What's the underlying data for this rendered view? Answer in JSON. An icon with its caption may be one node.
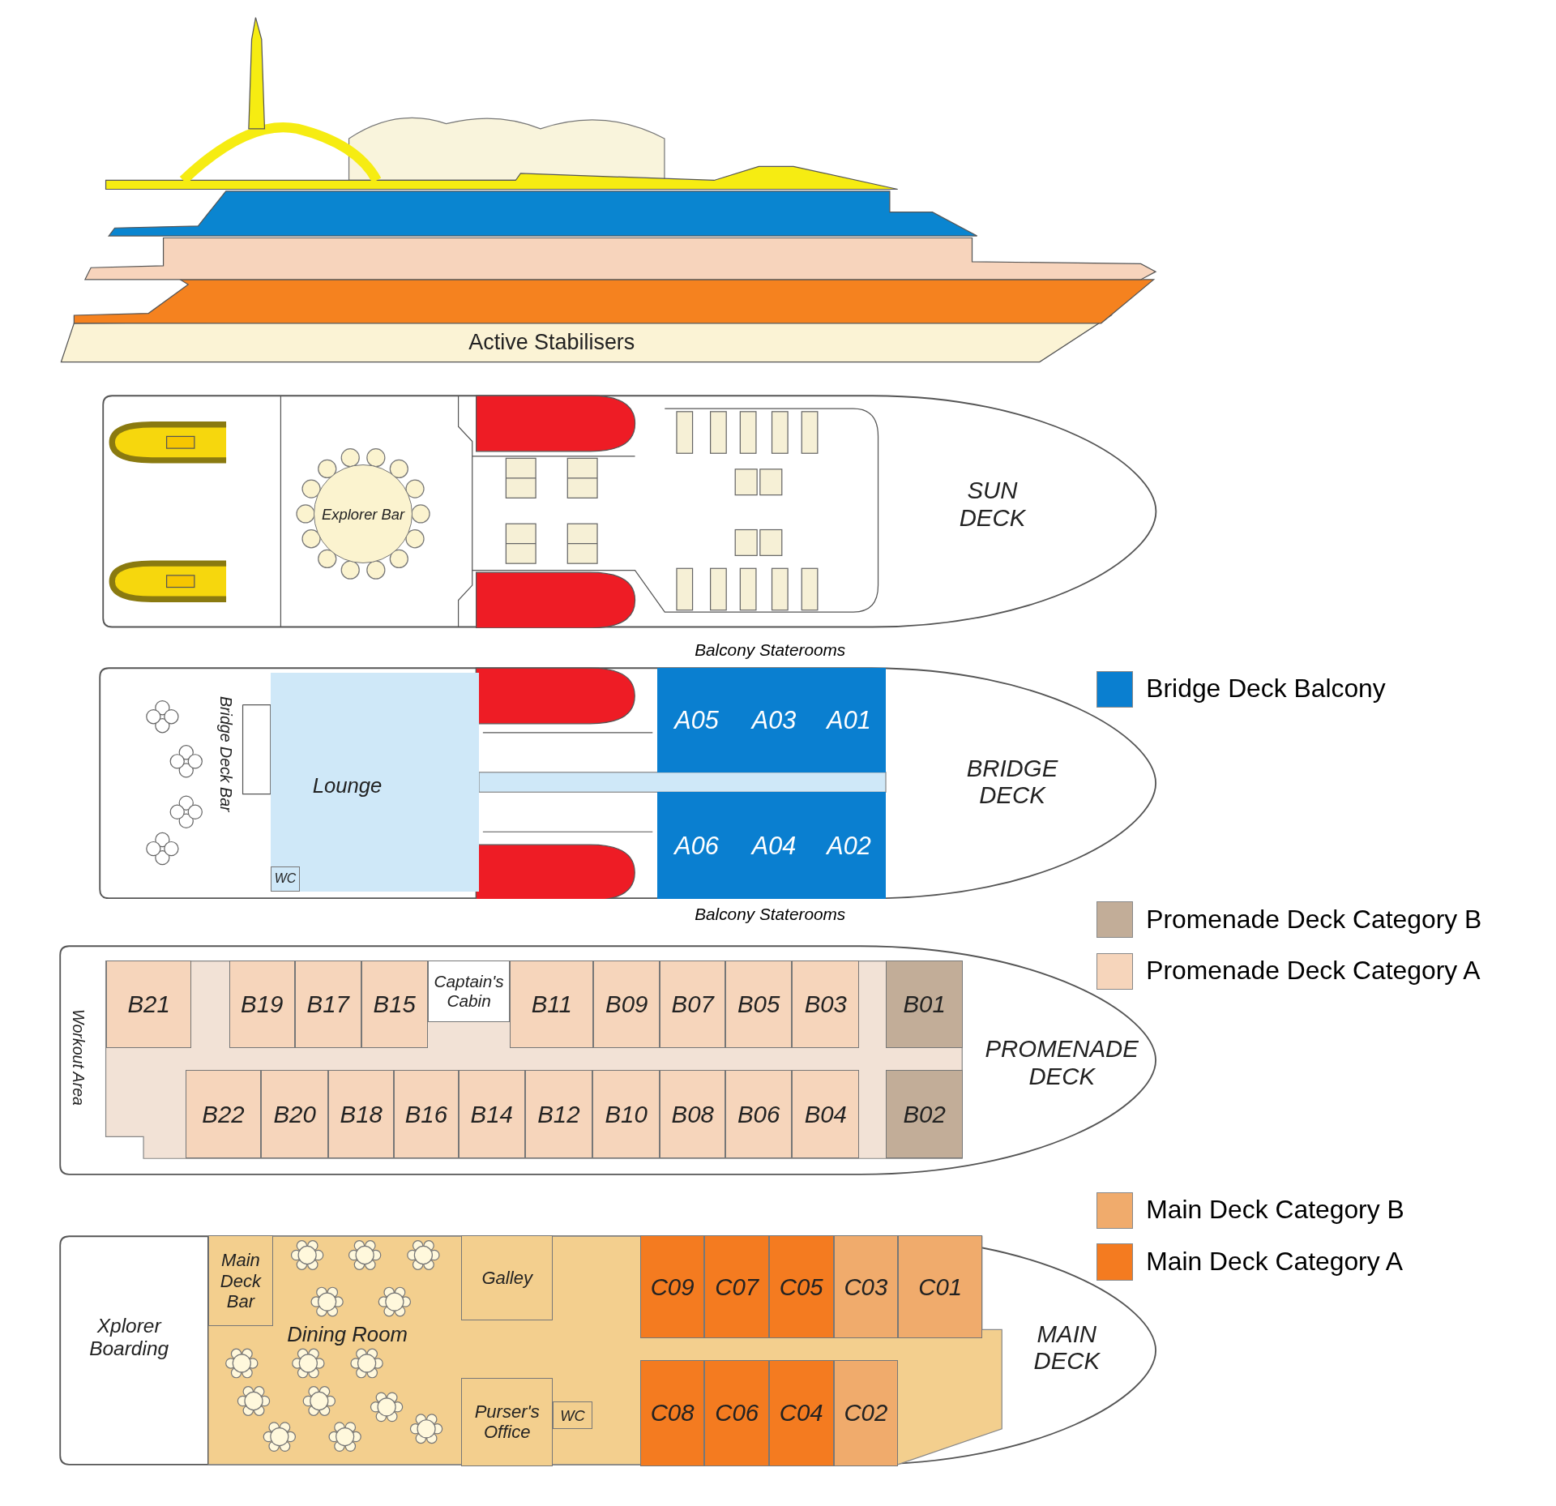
{
  "diagram": {
    "nodes": [
      {
        "text": [
          "Active Stabilisers"
        ]
      },
      {
        "text": [
          "SUN DECK"
        ]
      },
      {
        "text": [
          "Explorer Bar"
        ],
        "in": 1
      },
      {
        "text": [
          "BRIDGE DECK"
        ]
      },
      {
        "text": [
          "Bridge Deck Bar"
        ],
        "in": 3
      },
      {
        "text": [
          "Lounge"
        ],
        "in": 3
      },
      {
        "text": [
          "WC"
        ],
        "in": 5
      },
      {
        "text": [
          "A05"
        ],
        "in": 3
      },
      {
        "text": [
          "A03"
        ],
        "in": 3
      },
      {
        "text": [
          "A01"
        ],
        "in": 3
      },
      {
        "text": [
          "A06"
        ],
        "in": 3
      },
      {
        "text": [
          "A04"
        ],
        "in": 3
      },
      {
        "text": [
          "A02"
        ],
        "in": 3
      },
      {
        "text": [
          "PROMENADE DECK"
        ]
      },
      {
        "text": [
          "Workout Area"
        ],
        "in": 13
      },
      {
        "text": [
          "B21"
        ],
        "in": 13
      },
      {
        "text": [
          "B19"
        ],
        "in": 13
      },
      {
        "text": [
          "B17"
        ],
        "in": 13
      },
      {
        "text": [
          "B15"
        ],
        "in": 13
      },
      {
        "text": [
          "Captain's Cabin"
        ],
        "in": 13
      },
      {
        "text": [
          "B11"
        ],
        "in": 13
      },
      {
        "text": [
          "B09"
        ],
        "in": 13
      },
      {
        "text": [
          "B07"
        ],
        "in": 13
      },
      {
        "text": [
          "B05"
        ],
        "in": 13
      },
      {
        "text": [
          "B03"
        ],
        "in": 13
      },
      {
        "text": [
          "B01"
        ],
        "in": 13
      },
      {
        "text": [
          "B22"
        ],
        "in": 13
      },
      {
        "text": [
          "B20"
        ],
        "in": 13
      },
      {
        "text": [
          "B18"
        ],
        "in": 13
      },
      {
        "text": [
          "B16"
        ],
        "in": 13
      },
      {
        "text": [
          "B14"
        ],
        "in": 13
      },
      {
        "text": [
          "B12"
        ],
        "in": 13
      },
      {
        "text": [
          "B10"
        ],
        "in": 13
      },
      {
        "text": [
          "B08"
        ],
        "in": 13
      },
      {
        "text": [
          "B06"
        ],
        "in": 13
      },
      {
        "text": [
          "B04"
        ],
        "in": 13
      },
      {
        "text": [
          "B02"
        ],
        "in": 13
      },
      {
        "text": [
          "MAIN DECK"
        ]
      },
      {
        "text": [
          "Xplorer Boarding"
        ],
        "in": 37
      },
      {
        "text": [
          "Main Deck Bar"
        ],
        "in": 37
      },
      {
        "text": [
          "Dining Room"
        ],
        "in": 37
      },
      {
        "text": [
          "Galley"
        ],
        "in": 37
      },
      {
        "text": [
          "Purser's Office"
        ],
        "in": 37
      },
      {
        "text": [
          "WC"
        ],
        "in": 37
      },
      {
        "text": [
          "C09"
        ],
        "in": 37
      },
      {
        "text": [
          "C07"
        ],
        "in": 37
      },
      {
        "text": [
          "C05"
        ],
        "in": 37
      },
      {
        "text": [
          "C03"
        ],
        "in": 37
      },
      {
        "text": [
          "C01"
        ],
        "in": 37
      },
      {
        "text": [
          "C08"
        ],
        "in": 37
      },
      {
        "text": [
          "C06"
        ],
        "in": 37
      },
      {
        "text": [
          "C04"
        ],
        "in": 37
      },
      {
        "text": [
          "C02"
        ],
        "in": 37
      }
    ],
    "labels": [
      "Balcony Staterooms",
      "Balcony Staterooms"
    ],
    "legend": [
      {
        "text": "Bridge Deck Balcony",
        "color": "#0a7fd0"
      },
      {
        "text": "Promenade Deck Category B",
        "color": "#c2ad98"
      },
      {
        "text": "Promenade Deck Category A",
        "color": "#f6d5bb"
      },
      {
        "text": "Main Deck Category B",
        "color": "#f0ab6c"
      },
      {
        "text": "Main Deck Category A",
        "color": "#f47b20"
      }
    ]
  }
}
